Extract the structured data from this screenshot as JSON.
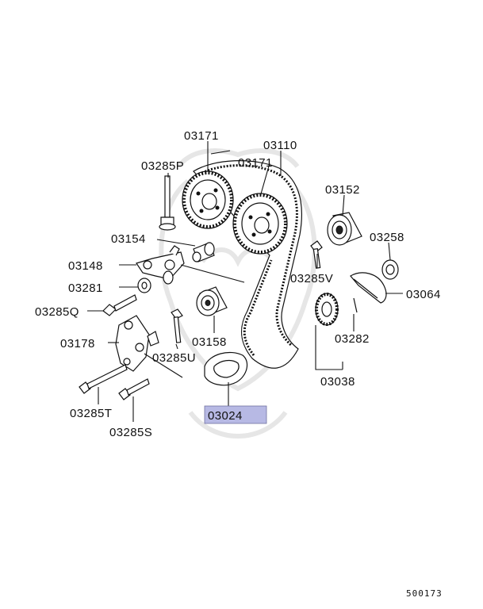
{
  "labels": {
    "p03171_top": "03171",
    "p03110": "03110",
    "p03285P": "03285P",
    "p03171_right": "03171",
    "p03152": "03152",
    "p03154": "03154",
    "p03258": "03258",
    "p03148": "03148",
    "p03285V": "03285V",
    "p03281": "03281",
    "p03064": "03064",
    "p03285Q": "03285Q",
    "p03178": "03178",
    "p03158": "03158",
    "p03282": "03282",
    "p03285U": "03285U",
    "p03038": "03038",
    "p03024": "03024",
    "p03285T": "03285T",
    "p03285S": "03285S"
  },
  "highlight_color": "#b7b9e4",
  "document_number": "500173"
}
